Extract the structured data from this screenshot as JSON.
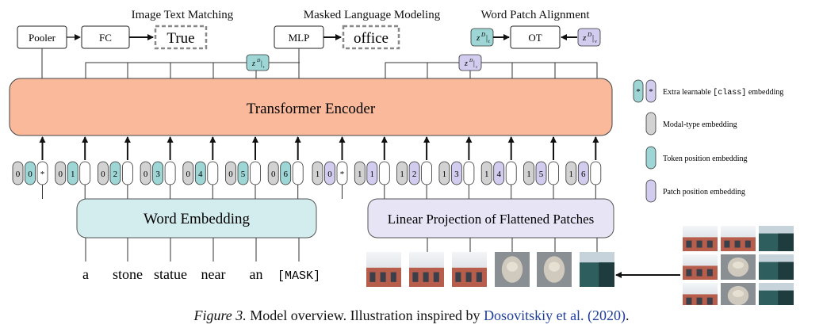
{
  "heads": {
    "itm": {
      "title": "Image Text Matching",
      "pooler": "Pooler",
      "fc": "FC",
      "output": "True"
    },
    "mlm": {
      "title": "Masked Language Modeling",
      "mlp": "MLP",
      "output": "office"
    },
    "wpa": {
      "title": "Word Patch Alignment",
      "ot": "OT"
    }
  },
  "math": {
    "z": "z",
    "sup": "D",
    "sub_t": "t",
    "sub_v": "v"
  },
  "encoder": {
    "label": "Transformer Encoder"
  },
  "word_embedding": {
    "label": "Word Embedding"
  },
  "patch_projection": {
    "label": "Linear Projection of Flattened Patches"
  },
  "text_groups": [
    {
      "type": "0",
      "pos": "0",
      "cls": "*"
    },
    {
      "type": "0",
      "pos": "1"
    },
    {
      "type": "0",
      "pos": "2"
    },
    {
      "type": "0",
      "pos": "3"
    },
    {
      "type": "0",
      "pos": "4"
    },
    {
      "type": "0",
      "pos": "5"
    },
    {
      "type": "0",
      "pos": "6"
    }
  ],
  "image_groups": [
    {
      "type": "1",
      "pos": "0",
      "cls": "*"
    },
    {
      "type": "1",
      "pos": "1"
    },
    {
      "type": "1",
      "pos": "2"
    },
    {
      "type": "1",
      "pos": "3"
    },
    {
      "type": "1",
      "pos": "4"
    },
    {
      "type": "1",
      "pos": "5"
    },
    {
      "type": "1",
      "pos": "6"
    }
  ],
  "words": [
    "a",
    "stone",
    "statue",
    "near",
    "an",
    "[MASK]"
  ],
  "legend": [
    {
      "kind": "class",
      "symbol": "*",
      "text_before": "Extra learnable ",
      "code": "[class]",
      "text_after": " embedding"
    },
    {
      "kind": "modal",
      "text": "Modal-type embedding"
    },
    {
      "kind": "token",
      "text": "Token position embedding"
    },
    {
      "kind": "patch",
      "text": "Patch position embedding"
    }
  ],
  "colors": {
    "encoder_fill": "#f9b99a",
    "word_embedding_fill": "#d3ecee",
    "patch_projection_fill": "#e7e4f6",
    "modal_type": "#d2d2d2",
    "token_position": "#9ed6d6",
    "patch_position": "#d2cdee",
    "class_token": "#ffffff",
    "caption_link": "#1f3e9a"
  },
  "caption": {
    "label": "Figure 3.",
    "text": " Model overview. Illustration inspired by ",
    "cite": "Dosovitskiy et al. (2020)",
    "end": "."
  }
}
